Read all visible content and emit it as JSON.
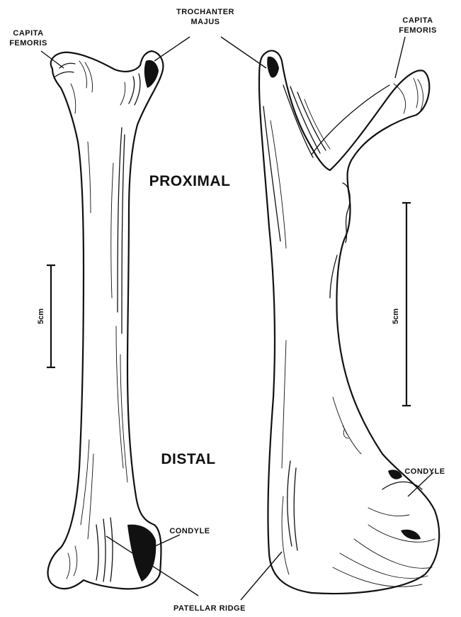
{
  "labels": {
    "capita_femoris_left": [
      "CAPITA",
      "FEMORIS"
    ],
    "trochanter_majus": [
      "TROCHANTER",
      "MAJUS"
    ],
    "capita_femoris_right": [
      "CAPITA",
      "FEMORIS"
    ],
    "proximal": "PROXIMAL",
    "distal": "DISTAL",
    "condyle_left": "CONDYLE",
    "condyle_right": "CONDYLE",
    "patellar_ridge": "PATELLAR RIDGE"
  },
  "scale_bars": [
    {
      "label": "5cm"
    },
    {
      "label": "5cm"
    }
  ],
  "colors": {
    "ink": "#111111",
    "paper": "#ffffff"
  }
}
